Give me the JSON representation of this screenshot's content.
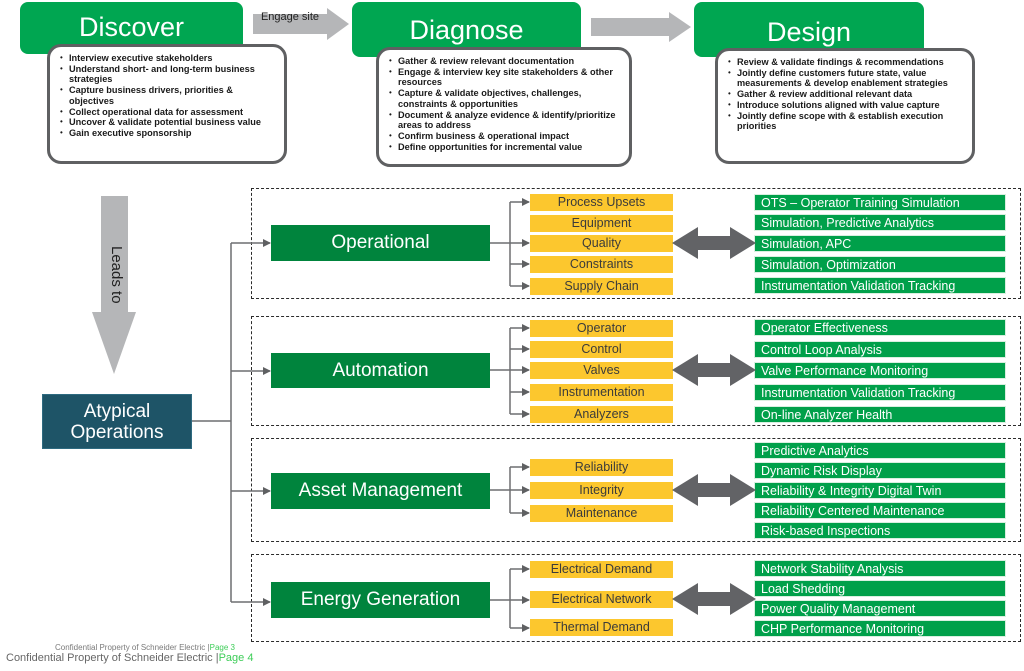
{
  "phases": [
    {
      "title": "Discover",
      "bullets": [
        "Interview executive stakeholders",
        "Understand short- and long-term business strategies",
        "Capture business drivers, priorities & objectives",
        "Collect operational data for assessment",
        "Uncover & validate potential business value",
        "Gain executive sponsorship"
      ]
    },
    {
      "title": "Diagnose",
      "bullets": [
        "Gather & review relevant documentation",
        "Engage & interview key site stakeholders & other resources",
        "Capture & validate objectives, challenges, constraints & opportunities",
        "Document & analyze evidence & identify/prioritize areas to address",
        "Confirm business & operational impact",
        "Define opportunities for incremental value"
      ]
    },
    {
      "title": "Design",
      "bullets": [
        "Review & validate findings & recommendations",
        "Jointly define customers future state, value measurements & develop enablement strategies",
        "Gather & review additional relevant data",
        "Introduce solutions aligned with value capture",
        "Jointly define scope with & establish execution priorities"
      ]
    }
  ],
  "arrows": {
    "engage_label": "Engage site",
    "leads_label": "Leads to"
  },
  "root": {
    "line1": "Atypical",
    "line2": "Operations"
  },
  "groups": [
    {
      "category": "Operational",
      "subs": [
        "Process Upsets",
        "Equipment",
        "Quality",
        "Constraints",
        "Supply Chain"
      ],
      "solutions": [
        "OTS – Operator Training Simulation",
        "Simulation, Predictive Analytics",
        "Simulation, APC",
        "Simulation, Optimization",
        "Instrumentation Validation Tracking"
      ]
    },
    {
      "category": "Automation",
      "subs": [
        "Operator",
        "Control",
        "Valves",
        "Instrumentation",
        "Analyzers"
      ],
      "solutions": [
        "Operator Effectiveness",
        "Control Loop Analysis",
        "Valve Performance Monitoring",
        "Instrumentation Validation Tracking",
        "On-line Analyzer Health"
      ]
    },
    {
      "category": "Asset Management",
      "subs": [
        "Reliability",
        "Integrity",
        "Maintenance"
      ],
      "solutions": [
        "Predictive Analytics",
        "Dynamic Risk Display",
        "Reliability & Integrity Digital Twin",
        "Reliability Centered Maintenance",
        "Risk-based Inspections"
      ]
    },
    {
      "category": "Energy Generation",
      "subs": [
        "Electrical Demand",
        "Electrical Network",
        "Thermal Demand"
      ],
      "solutions": [
        "Network Stability Analysis",
        "Load Shedding",
        "Power Quality Management",
        "CHP Performance Monitoring"
      ]
    }
  ],
  "footer": {
    "line1_text": "Confidential Property of Schneider Electric |",
    "line1_page": "Page 3",
    "line2_text": "Confidential Property of Schneider Electric |",
    "line2_page": "Page 4"
  },
  "colors": {
    "phase_green": "#00a651",
    "category_green": "#00843d",
    "solution_green": "#00a04a",
    "sub_yellow": "#fcc72e",
    "root_teal": "#1e5467",
    "arrow_gray": "#b5b6b8",
    "double_arrow_gray": "#626366",
    "page_green": "#3dcd58"
  }
}
